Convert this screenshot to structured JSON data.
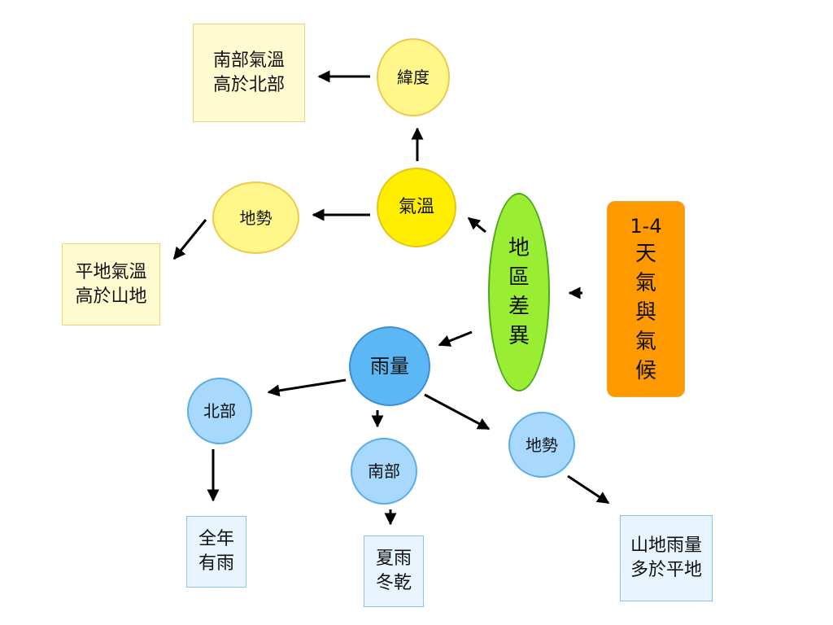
{
  "title_box": {
    "number": "1-4",
    "chars": [
      "天",
      "氣",
      "與",
      "氣",
      "候"
    ]
  },
  "region_diff": {
    "chars": [
      "地",
      "區",
      "差",
      "異"
    ]
  },
  "temperature": {
    "main": "氣溫",
    "latitude": "緯度",
    "latitude_result": "南部氣溫\n高於北部",
    "terrain": "地勢",
    "terrain_result": "平地氣溫\n高於山地"
  },
  "rainfall": {
    "main": "雨量",
    "north": "北部",
    "north_result": "全年\n有雨",
    "south": "南部",
    "south_result": "夏雨\n冬乾",
    "terrain": "地勢",
    "terrain_result": "山地雨量\n多於平地"
  },
  "colors": {
    "orange": "#ff9900",
    "green": "#99ee33",
    "yellow": "#ffee00",
    "blue": "#5cb8f5"
  }
}
